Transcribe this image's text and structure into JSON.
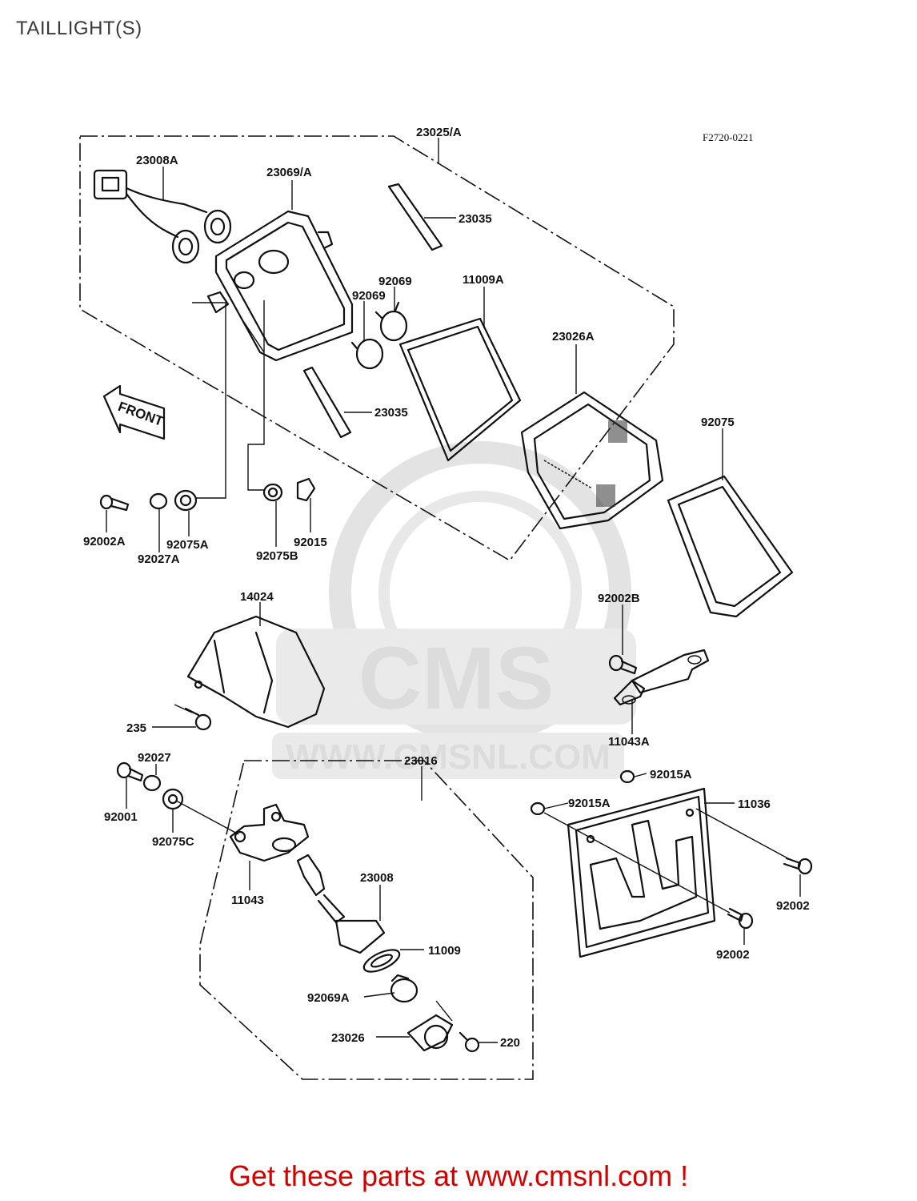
{
  "page": {
    "title": "TAILLIGHT(S)",
    "figure_code": "F2720-0221",
    "front_arrow_label": "FRONT",
    "watermark_brand": "CMS",
    "watermark_url": "WWW.CMSNL.COM",
    "footer_link": "Get these parts at www.cmsnl.com !"
  },
  "parts": {
    "p23025A": "23025/A",
    "p23008A": "23008A",
    "p23069A": "23069/A",
    "p23035_top": "23035",
    "p92069_a": "92069",
    "p92069_b": "92069",
    "p11009A": "11009A",
    "p23026A": "23026A",
    "p23035_mid": "23035",
    "p92075": "92075",
    "p92002A": "92002A",
    "p92027A": "92027A",
    "p92075A": "92075A",
    "p92075B": "92075B",
    "p92015": "92015",
    "p14024": "14024",
    "p92002B": "92002B",
    "p235": "235",
    "p11043A": "11043A",
    "p92027": "92027",
    "p23016": "23016",
    "p92015A_a": "92015A",
    "p92001": "92001",
    "p92015A_b": "92015A",
    "p11036": "11036",
    "p92075C": "92075C",
    "p23008": "23008",
    "p11043": "11043",
    "p92002_a": "92002",
    "p11009": "11009",
    "p92002_b": "92002",
    "p92069A": "92069A",
    "p23026": "23026",
    "p220": "220"
  }
}
